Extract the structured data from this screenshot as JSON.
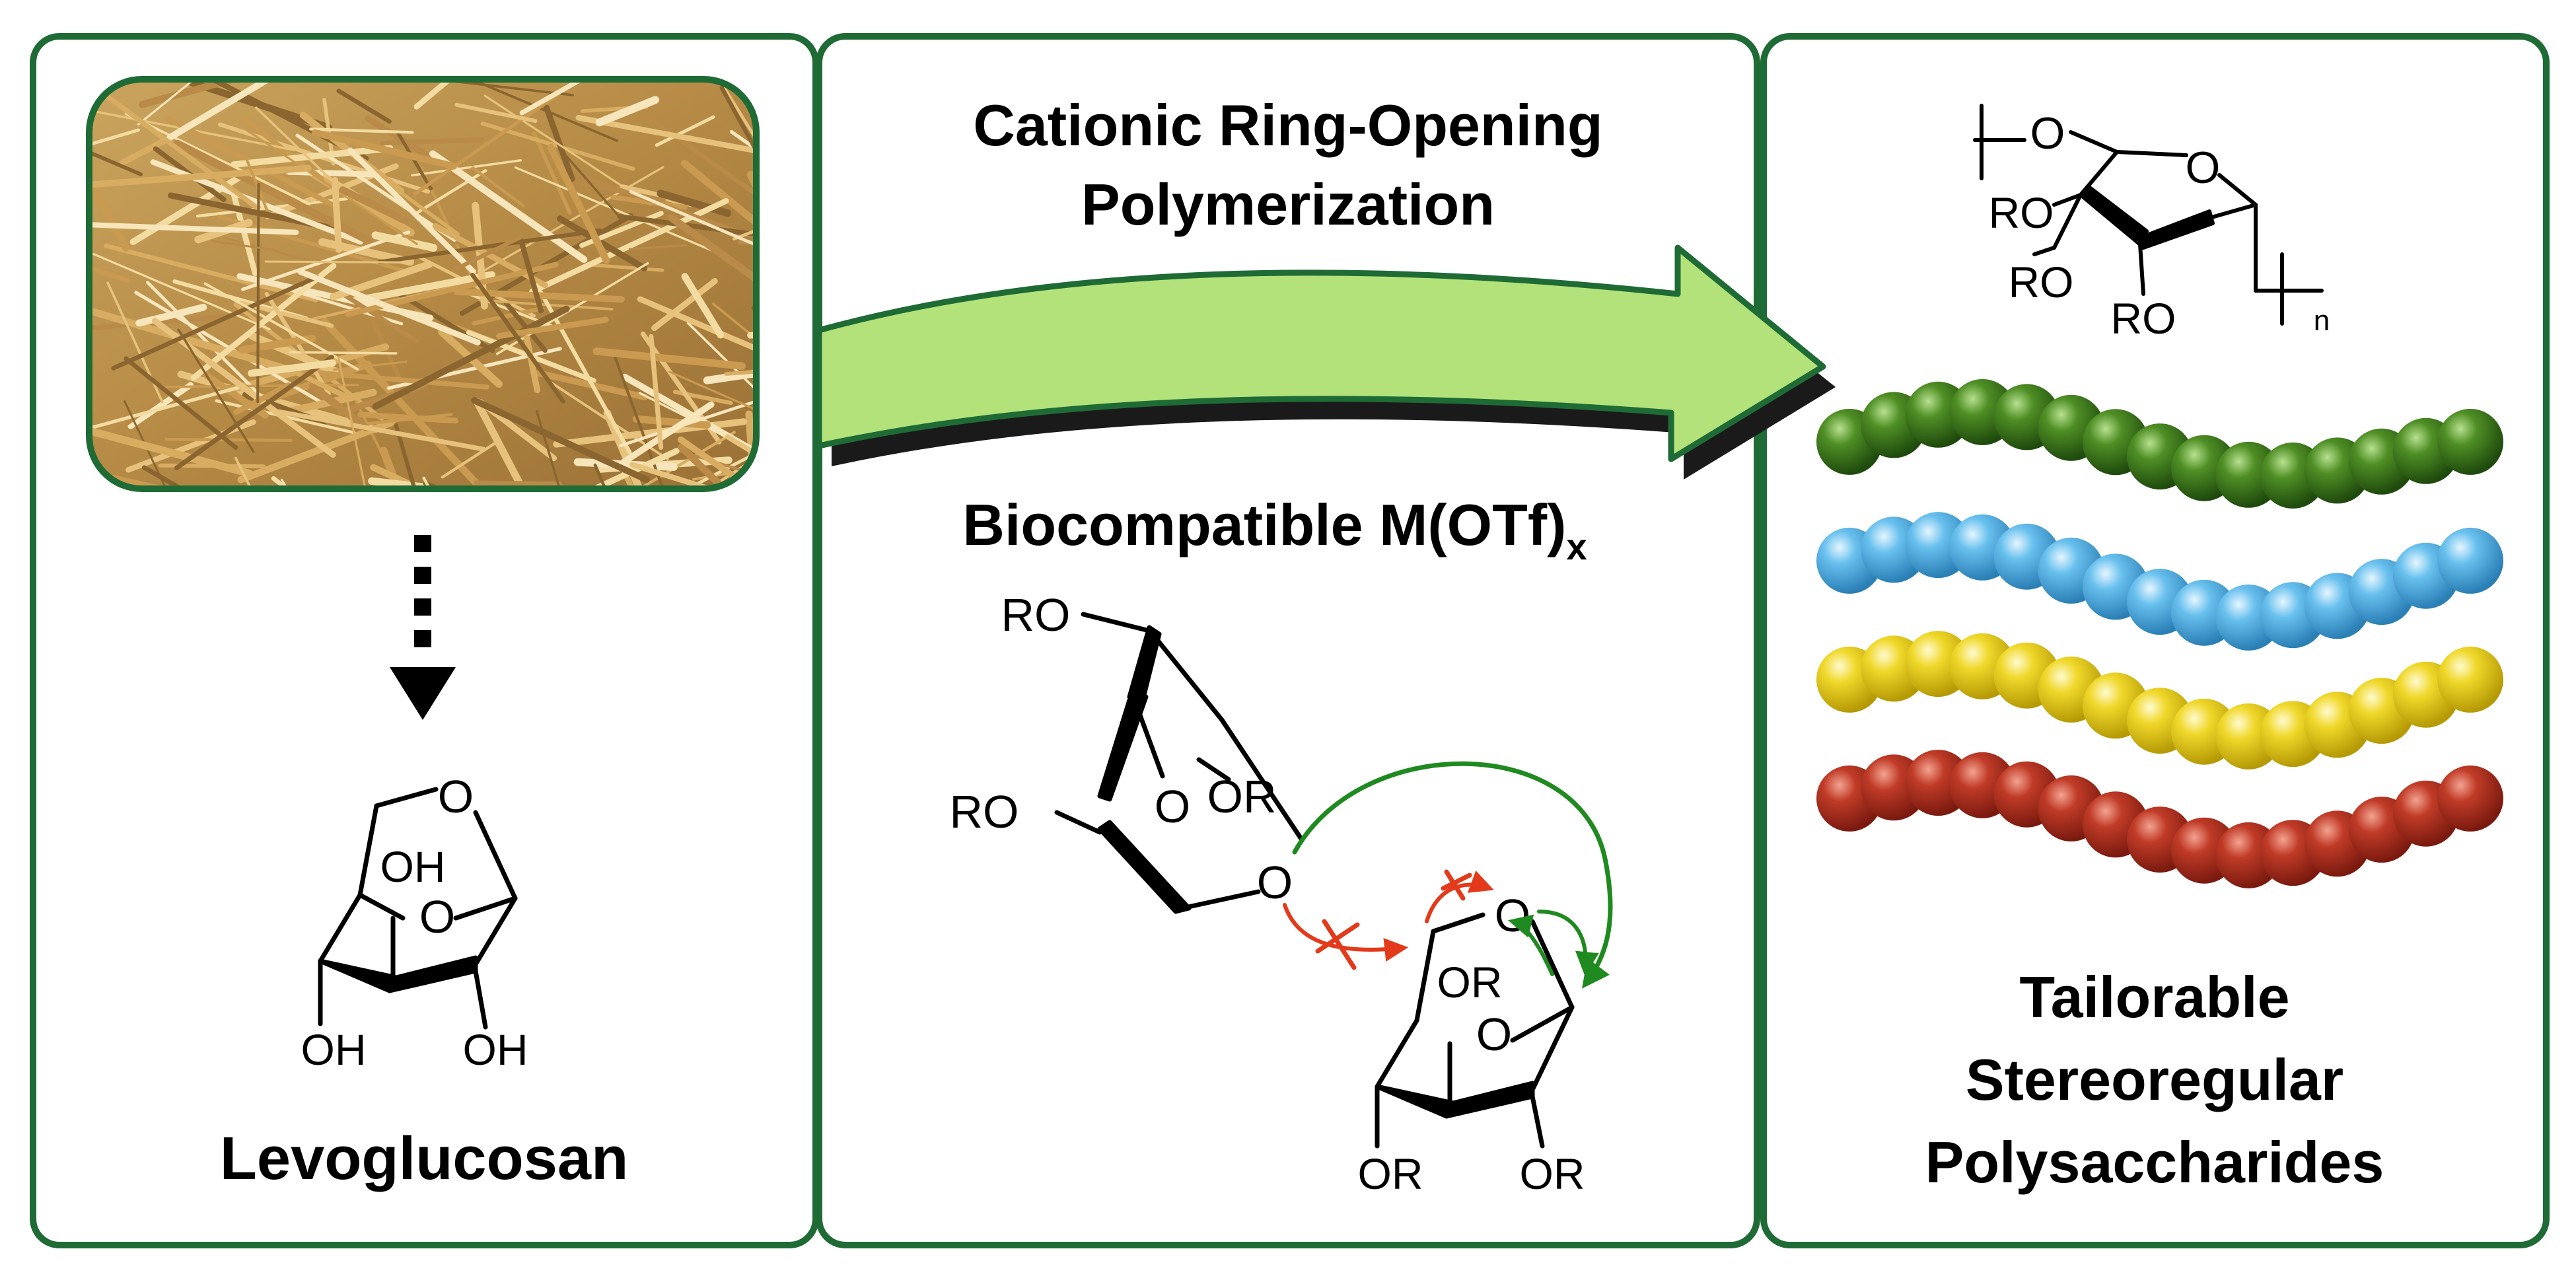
{
  "panels": [
    {
      "caption": "Levoglucosan",
      "image": "straw-photo"
    },
    {
      "title_line1": "Cationic Ring-Opening",
      "title_line2": "Polymerization",
      "catalyst": "Biocompatible M(OTf)",
      "catalyst_subscript": "x"
    },
    {
      "caption_line1": "Tailorable",
      "caption_line2": "Stereoregular",
      "caption_line3": "Polysaccharides"
    }
  ],
  "chem_labels": {
    "O": "O",
    "OH": "OH",
    "RO": "RO",
    "OR": "OR",
    "n": "n"
  },
  "colors": {
    "panel_border": "#1f6b35",
    "arrow_fill": "#b3e27a",
    "arrow_edge": "#1f6b35",
    "chain_green": "#3f7d1d",
    "chain_blue": "#5bb6e6",
    "chain_yellow": "#e9d22a",
    "chain_red": "#b43323",
    "mech_green": "#1f8a1f",
    "mech_red": "#e23a1a"
  },
  "chains": [
    {
      "name": "green-chain",
      "color": "#3f7d1d"
    },
    {
      "name": "blue-chain",
      "color": "#5bb6e6"
    },
    {
      "name": "yellow-chain",
      "color": "#e9d22a"
    },
    {
      "name": "red-chain",
      "color": "#b43323"
    }
  ]
}
